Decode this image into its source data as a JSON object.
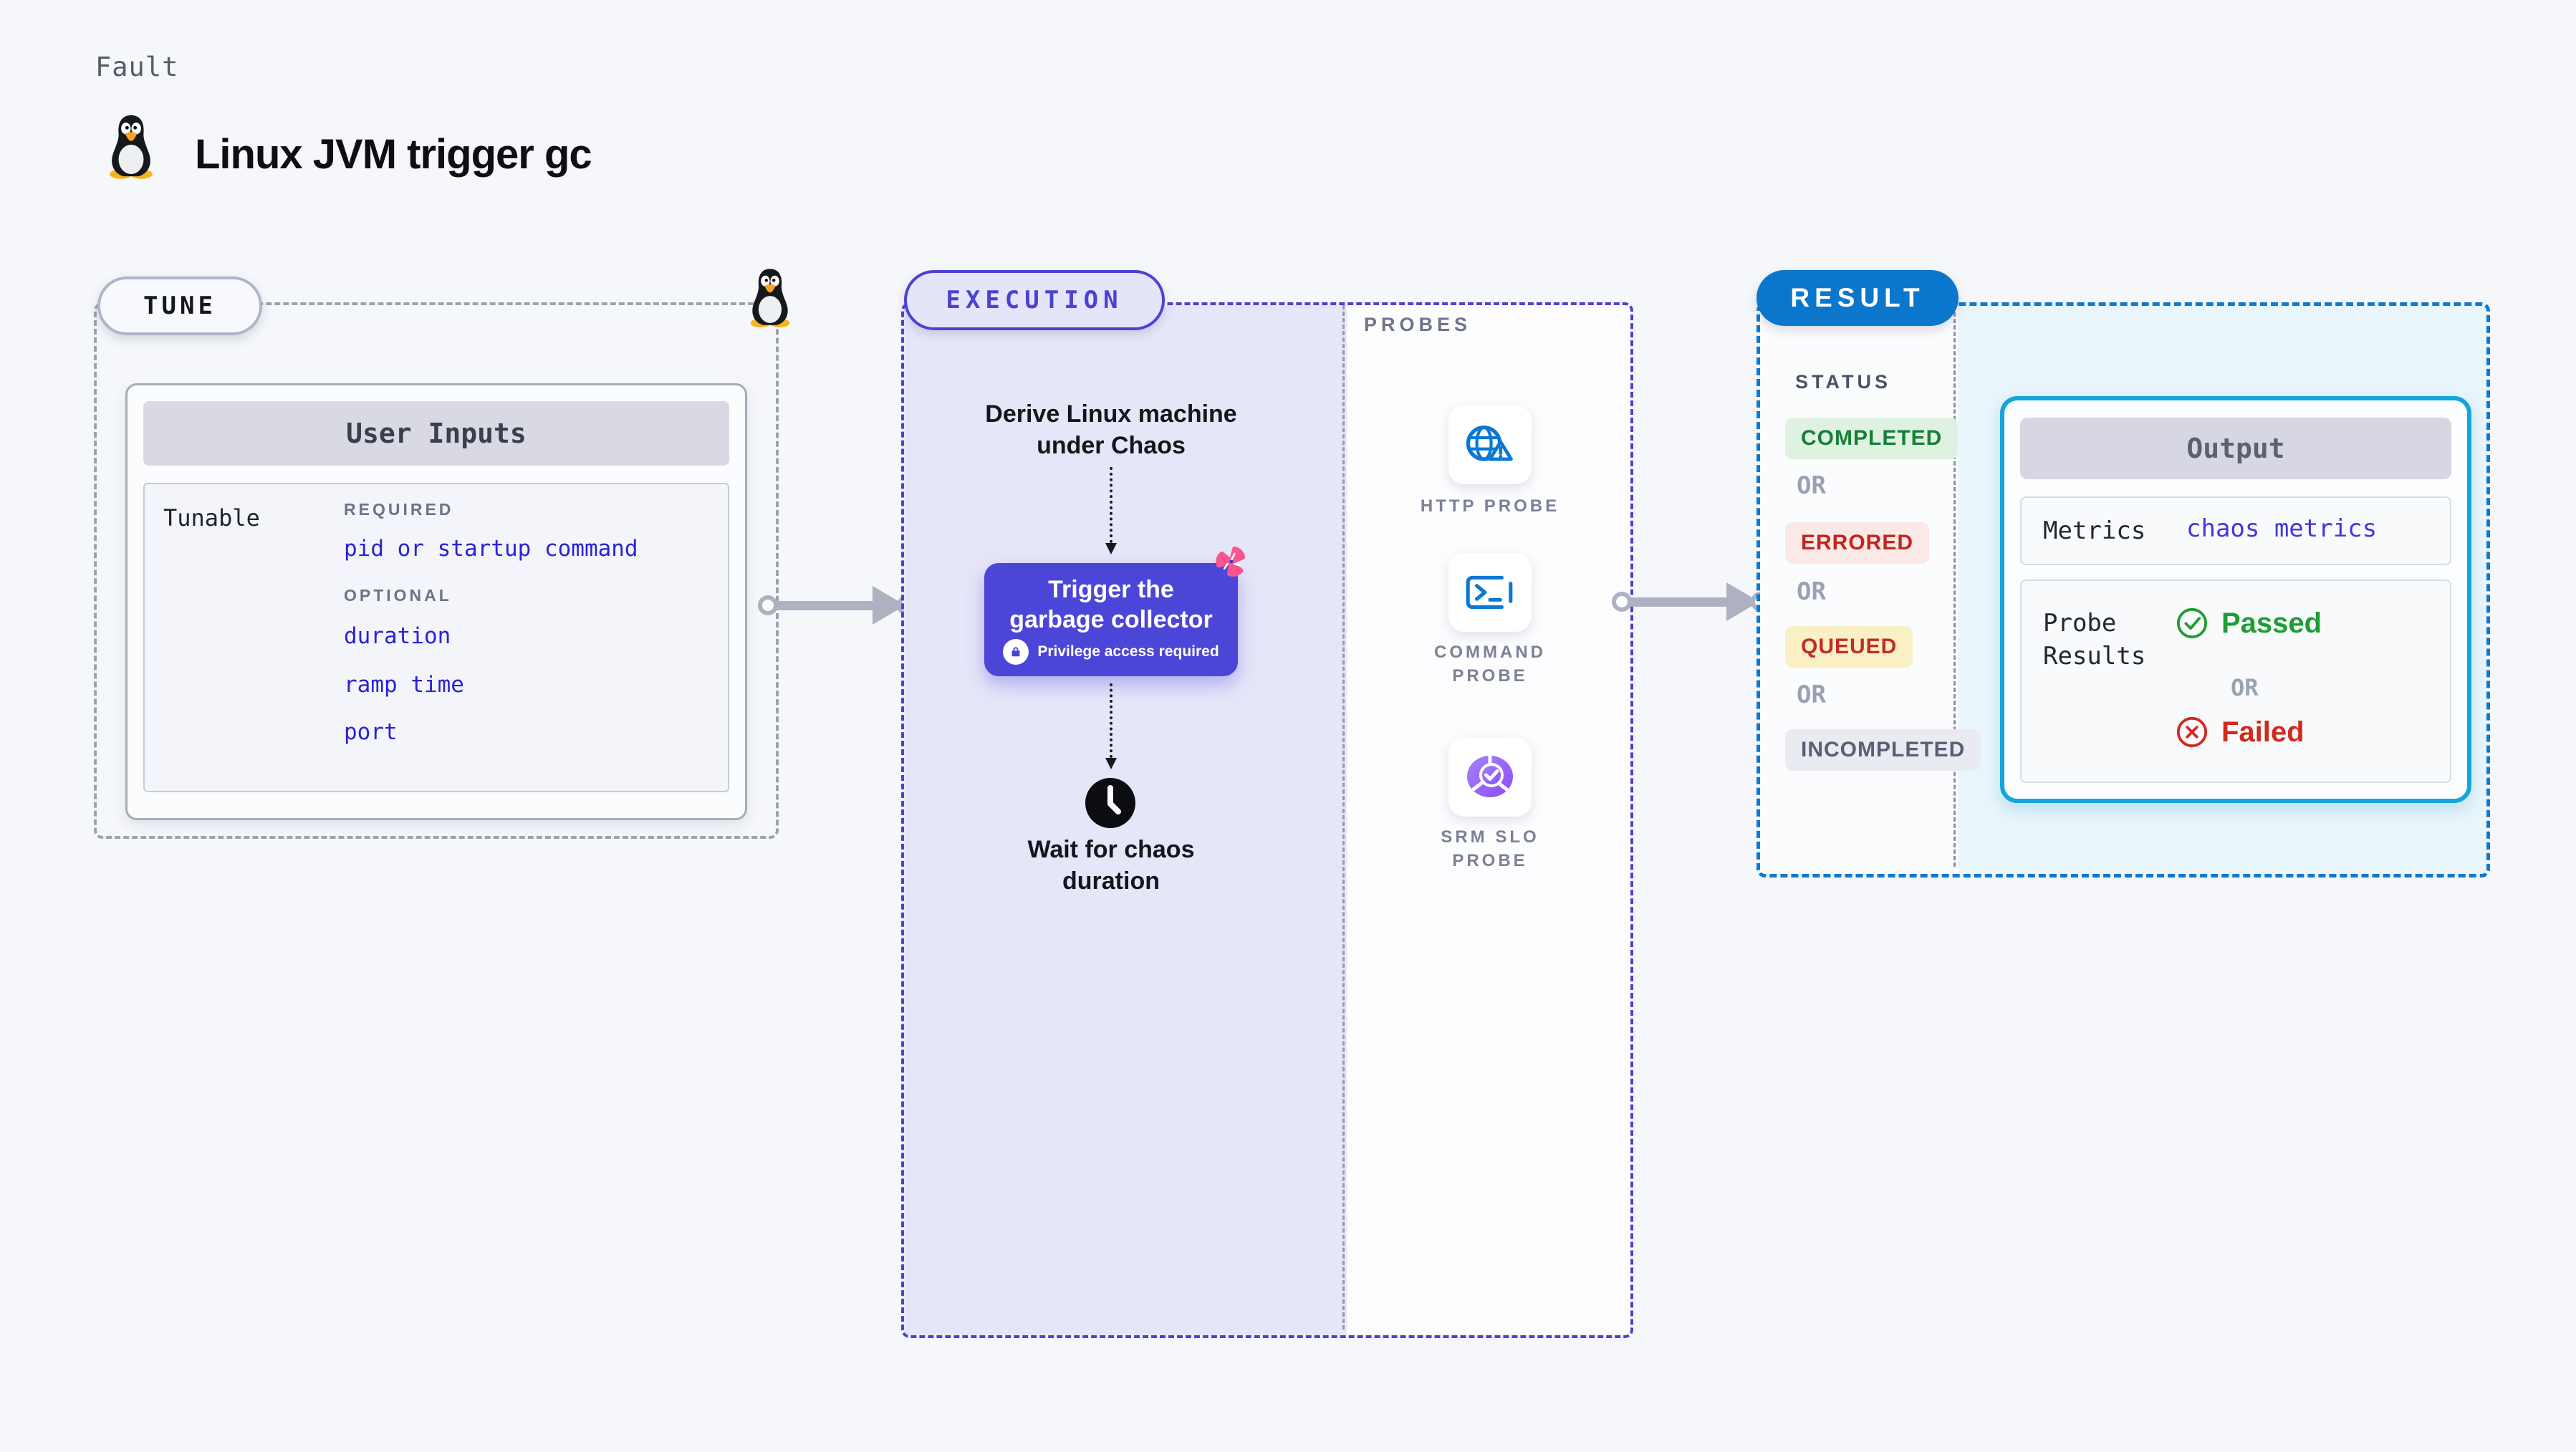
{
  "header": {
    "kicker": "Fault",
    "title": "Linux JVM trigger gc"
  },
  "tune": {
    "label": "TUNE",
    "table_title": "User Inputs",
    "row_label": "Tunable",
    "required_label": "REQUIRED",
    "required_item": "pid or startup command",
    "optional_label": "OPTIONAL",
    "optional_items": [
      "duration",
      "ramp time",
      "port"
    ]
  },
  "execution": {
    "label": "EXECUTION",
    "derive_text": "Derive Linux machine under Chaos",
    "action_title": "Trigger the garbage collector",
    "action_badge": "Privilege access required",
    "wait_text": "Wait for chaos duration"
  },
  "probes": {
    "label": "PROBES",
    "items": [
      {
        "label": "HTTP PROBE",
        "icon": "globe-alert-icon"
      },
      {
        "label": "COMMAND PROBE",
        "icon": "terminal-icon"
      },
      {
        "label": "SRM SLO PROBE",
        "icon": "slo-donut-icon"
      }
    ]
  },
  "result": {
    "label": "RESULT",
    "status_label": "STATUS",
    "or_label": "OR",
    "statuses": [
      {
        "label": "COMPLETED"
      },
      {
        "label": "ERRORED"
      },
      {
        "label": "QUEUED"
      },
      {
        "label": "INCOMPLETED"
      }
    ],
    "output": {
      "title": "Output",
      "metrics_label": "Metrics",
      "metrics_value": "chaos metrics",
      "probe_results_label": "Probe Results",
      "passed_label": "Passed",
      "or_label": "OR",
      "failed_label": "Failed"
    }
  },
  "colors": {
    "page_bg": "#f5f7fa",
    "accent_indigo": "#4b45d8",
    "accent_blue": "#0b77cc",
    "accent_cyan": "#14a5dc",
    "link_blue": "#2a22d9",
    "probe_icon_blue": "#0b79d3",
    "slo_purple": "#8b4df7",
    "chaos_pink": "#f9558e",
    "status_green": "#178038",
    "status_red": "#c2251f",
    "queued_bg": "#faf0c6",
    "passed_green": "#1d9e33",
    "failed_red": "#d2291d"
  }
}
